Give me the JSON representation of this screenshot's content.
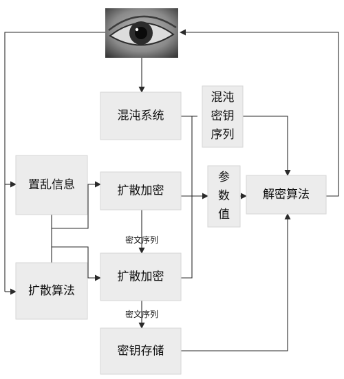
{
  "nodes": {
    "chaos_system": "混沌系统",
    "chaos_key_seq": [
      "混沌",
      "密钥",
      "序列"
    ],
    "scramble_info": "置乱信息",
    "diffusion_encrypt_1": "扩散加密",
    "params": [
      "参",
      "数",
      "值"
    ],
    "decrypt_algo": "解密算法",
    "diffusion_algo": "扩散算法",
    "diffusion_encrypt_2": "扩散加密",
    "key_storage": "密钥存储"
  },
  "edge_labels": {
    "cipher_seq_1": "密文序列",
    "cipher_seq_2": "密文序列"
  },
  "image": {
    "subject": "eye-photo"
  },
  "colors": {
    "box_fill": "#ececec",
    "box_stroke": "#d6d6d6",
    "line": "#2a2a2a"
  }
}
